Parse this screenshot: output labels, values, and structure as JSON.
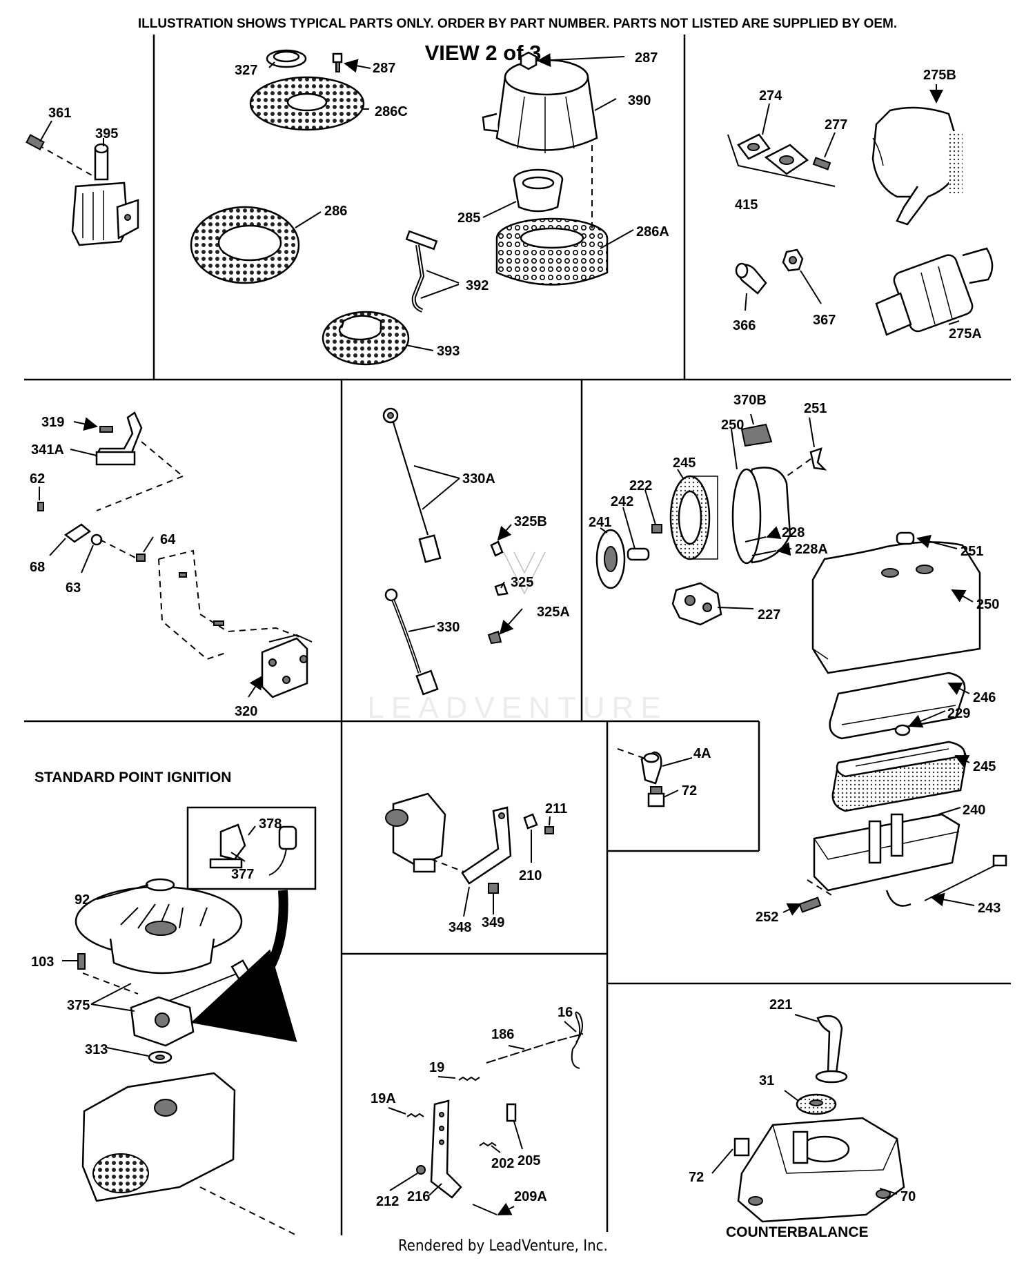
{
  "header_note": "ILLUSTRATION SHOWS TYPICAL PARTS ONLY. ORDER BY PART NUMBER. PARTS NOT LISTED ARE SUPPLIED BY OEM.",
  "view_title": "VIEW 2 of 3",
  "sections": {
    "standard_point_ignition": "STANDARD POINT IGNITION",
    "counterbalance": "COUNTERBALANCE"
  },
  "watermark": "LEADVENTURE",
  "footer": "Rendered by LeadVenture, Inc.",
  "callouts": [
    {
      "id": "c361",
      "text": "361"
    },
    {
      "id": "c395",
      "text": "395"
    },
    {
      "id": "c327",
      "text": "327"
    },
    {
      "id": "c287a",
      "text": "287"
    },
    {
      "id": "c286c",
      "text": "286C"
    },
    {
      "id": "c287b",
      "text": "287"
    },
    {
      "id": "c390",
      "text": "390"
    },
    {
      "id": "c286",
      "text": "286"
    },
    {
      "id": "c285",
      "text": "285"
    },
    {
      "id": "c286a",
      "text": "286A"
    },
    {
      "id": "c392",
      "text": "392"
    },
    {
      "id": "c393",
      "text": "393"
    },
    {
      "id": "c274",
      "text": "274"
    },
    {
      "id": "c277",
      "text": "277"
    },
    {
      "id": "c275b",
      "text": "275B"
    },
    {
      "id": "c415",
      "text": "415"
    },
    {
      "id": "c366",
      "text": "366"
    },
    {
      "id": "c367",
      "text": "367"
    },
    {
      "id": "c275a",
      "text": "275A"
    },
    {
      "id": "c319",
      "text": "319"
    },
    {
      "id": "c341a",
      "text": "341A"
    },
    {
      "id": "c62",
      "text": "62"
    },
    {
      "id": "c64",
      "text": "64"
    },
    {
      "id": "c68",
      "text": "68"
    },
    {
      "id": "c63",
      "text": "63"
    },
    {
      "id": "c320",
      "text": "320"
    },
    {
      "id": "c330a",
      "text": "330A"
    },
    {
      "id": "c325b",
      "text": "325B"
    },
    {
      "id": "c325",
      "text": "325"
    },
    {
      "id": "c330",
      "text": "330"
    },
    {
      "id": "c325a",
      "text": "325A"
    },
    {
      "id": "c370b",
      "text": "370B"
    },
    {
      "id": "c250a",
      "text": "250"
    },
    {
      "id": "c251a",
      "text": "251"
    },
    {
      "id": "c245a",
      "text": "245"
    },
    {
      "id": "c222",
      "text": "222"
    },
    {
      "id": "c242",
      "text": "242"
    },
    {
      "id": "c241",
      "text": "241"
    },
    {
      "id": "c228",
      "text": "228"
    },
    {
      "id": "c228a",
      "text": "228A"
    },
    {
      "id": "c227",
      "text": "227"
    },
    {
      "id": "c251b",
      "text": "251"
    },
    {
      "id": "c250b",
      "text": "250"
    },
    {
      "id": "c246",
      "text": "246"
    },
    {
      "id": "c229",
      "text": "229"
    },
    {
      "id": "c245b",
      "text": "245"
    },
    {
      "id": "c240",
      "text": "240"
    },
    {
      "id": "c243",
      "text": "243"
    },
    {
      "id": "c252",
      "text": "252"
    },
    {
      "id": "c378",
      "text": "378"
    },
    {
      "id": "c377",
      "text": "377"
    },
    {
      "id": "c92",
      "text": "92"
    },
    {
      "id": "c103",
      "text": "103"
    },
    {
      "id": "c375",
      "text": "375"
    },
    {
      "id": "c313",
      "text": "313"
    },
    {
      "id": "c211",
      "text": "211"
    },
    {
      "id": "c210",
      "text": "210"
    },
    {
      "id": "c348",
      "text": "348"
    },
    {
      "id": "c349",
      "text": "349"
    },
    {
      "id": "c4a",
      "text": "4A"
    },
    {
      "id": "c72a",
      "text": "72"
    },
    {
      "id": "c16",
      "text": "16"
    },
    {
      "id": "c186",
      "text": "186"
    },
    {
      "id": "c19",
      "text": "19"
    },
    {
      "id": "c19a",
      "text": "19A"
    },
    {
      "id": "c205",
      "text": "205"
    },
    {
      "id": "c202",
      "text": "202"
    },
    {
      "id": "c212",
      "text": "212"
    },
    {
      "id": "c216",
      "text": "216"
    },
    {
      "id": "c209a",
      "text": "209A"
    },
    {
      "id": "c221",
      "text": "221"
    },
    {
      "id": "c31",
      "text": "31"
    },
    {
      "id": "c72b",
      "text": "72"
    },
    {
      "id": "c70",
      "text": "70"
    }
  ]
}
